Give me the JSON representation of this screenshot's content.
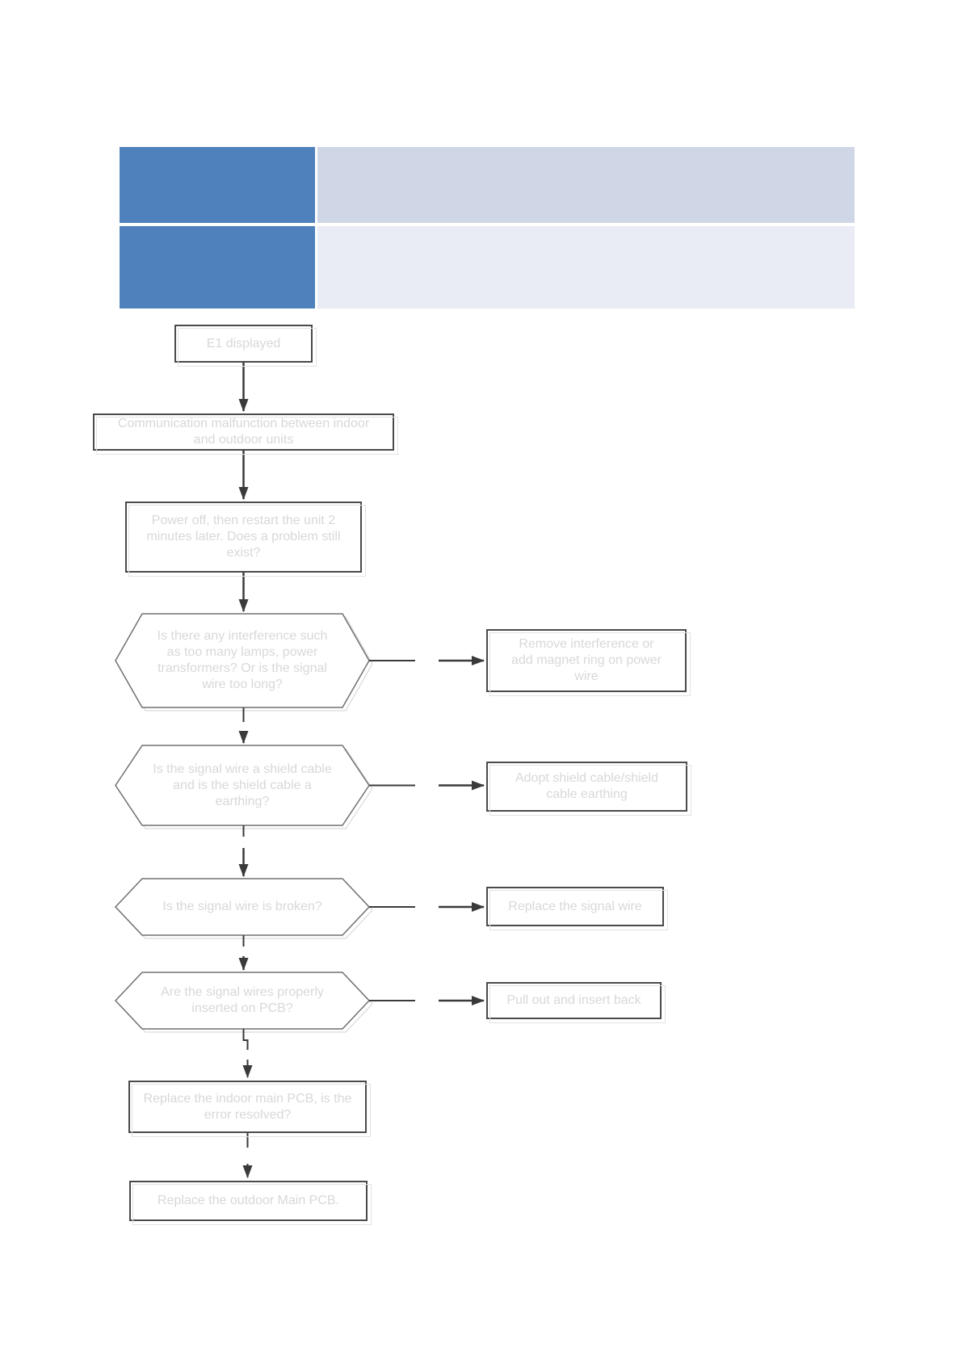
{
  "colors": {
    "table_header_blue": "#4f81bd",
    "table_row1_fill": "#cfd7e7",
    "table_row2_fill": "#e9ecf4",
    "node_border": "#4a4a4a",
    "hexagon_border": "#707070",
    "node_shadow": "#e2e2e2",
    "node_text": "#d8d8d8",
    "arrow": "#3a3a3a",
    "page_background": "#ffffff"
  },
  "table": {
    "rows": [
      {
        "header": "",
        "content": ""
      },
      {
        "header": "",
        "content": ""
      }
    ]
  },
  "flowchart": {
    "nodes": [
      {
        "id": "e1-displayed",
        "type": "rect",
        "label": "E1 displayed"
      },
      {
        "id": "communication-malfunction",
        "type": "rect",
        "label": "Communication malfunction between indoor\nand outdoor units"
      },
      {
        "id": "power-off-restart",
        "type": "rect",
        "label": "Power off, then restart the unit 2\nminutes later. Does a problem still\nexist?"
      },
      {
        "id": "interference-check",
        "type": "hexagon",
        "label": "Is there any interference such\nas too many lamps, power\ntransformers? Or is the signal\nwire too long?"
      },
      {
        "id": "remove-interference",
        "type": "rect",
        "label": "Remove interference or\nadd magnet ring on power\nwire"
      },
      {
        "id": "shield-cable-check",
        "type": "hexagon",
        "label": "Is the signal wire a shield cable\nand is the shield cable a\nearthing?"
      },
      {
        "id": "adopt-shield-cable",
        "type": "rect",
        "label": "Adopt shield cable/shield\ncable earthing"
      },
      {
        "id": "signal-wire-broken-check",
        "type": "hexagon",
        "label": "Is the signal wire is broken?"
      },
      {
        "id": "replace-signal-wire",
        "type": "rect",
        "label": "Replace the signal wire"
      },
      {
        "id": "signal-wires-inserted-check",
        "type": "hexagon",
        "label": "Are the signal wires properly\ninserted on PCB?"
      },
      {
        "id": "pull-out-insert-back",
        "type": "rect",
        "label": "Pull out and insert back"
      },
      {
        "id": "replace-indoor-pcb",
        "type": "rect",
        "label": "Replace the indoor main PCB, is the\nerror resolved?"
      },
      {
        "id": "replace-outdoor-pcb",
        "type": "rect",
        "label": "Replace the outdoor Main PCB."
      }
    ]
  }
}
